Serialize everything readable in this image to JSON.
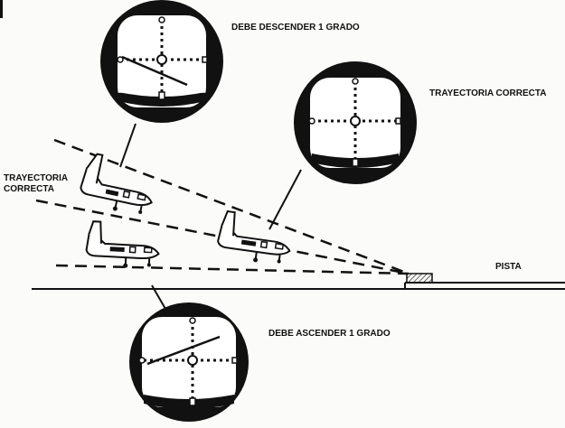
{
  "labels": {
    "top_instrument": "DEBE DESCENDER 1 GRADO",
    "right_instrument": "TRAYECTORIA CORRECTA",
    "left_line1": "TRAYECTORIA",
    "left_line2": "CORRECTA",
    "bottom_instrument": "DEBE ASCENDER  1 GRADO",
    "runway": "PISTA"
  },
  "colors": {
    "ink": "#111111",
    "paper": "#fbfbf9",
    "runway_hatch": "#444444"
  }
}
